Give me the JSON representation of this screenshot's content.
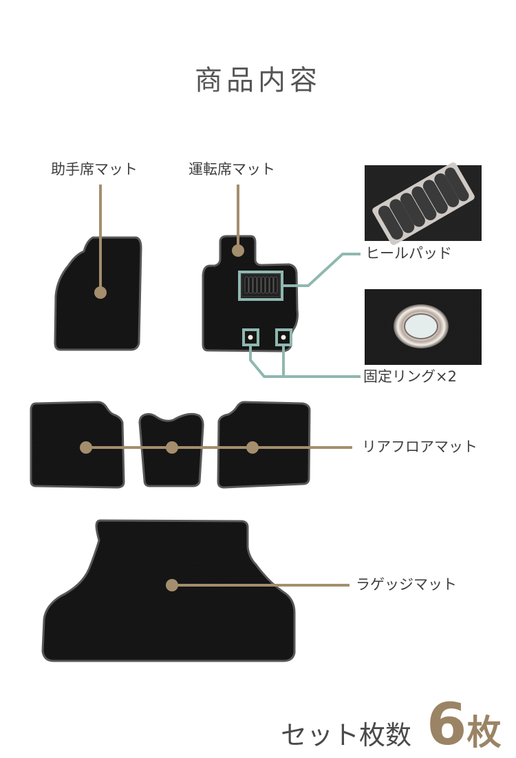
{
  "page": {
    "title": "商品内容"
  },
  "labels": {
    "passenger_mat": "助手席マット",
    "driver_mat": "運転席マット",
    "heel_pad": "ヒールパッド",
    "fixing_ring": "固定リング×2",
    "rear_floor_mat": "リアフロアマット",
    "luggage_mat": "ラゲッジマット"
  },
  "set_count": {
    "label": "セット枚数",
    "number": "6",
    "unit": "枚"
  },
  "colors": {
    "accent_tan": "#a48e6e",
    "connector_teal": "#8fb8b0",
    "mat_black": "#161616",
    "mat_edge": "#555555"
  },
  "icons": {
    "heel_pad_photo": "heel-pad-closeup",
    "fixing_ring_photo": "grommet-closeup"
  }
}
